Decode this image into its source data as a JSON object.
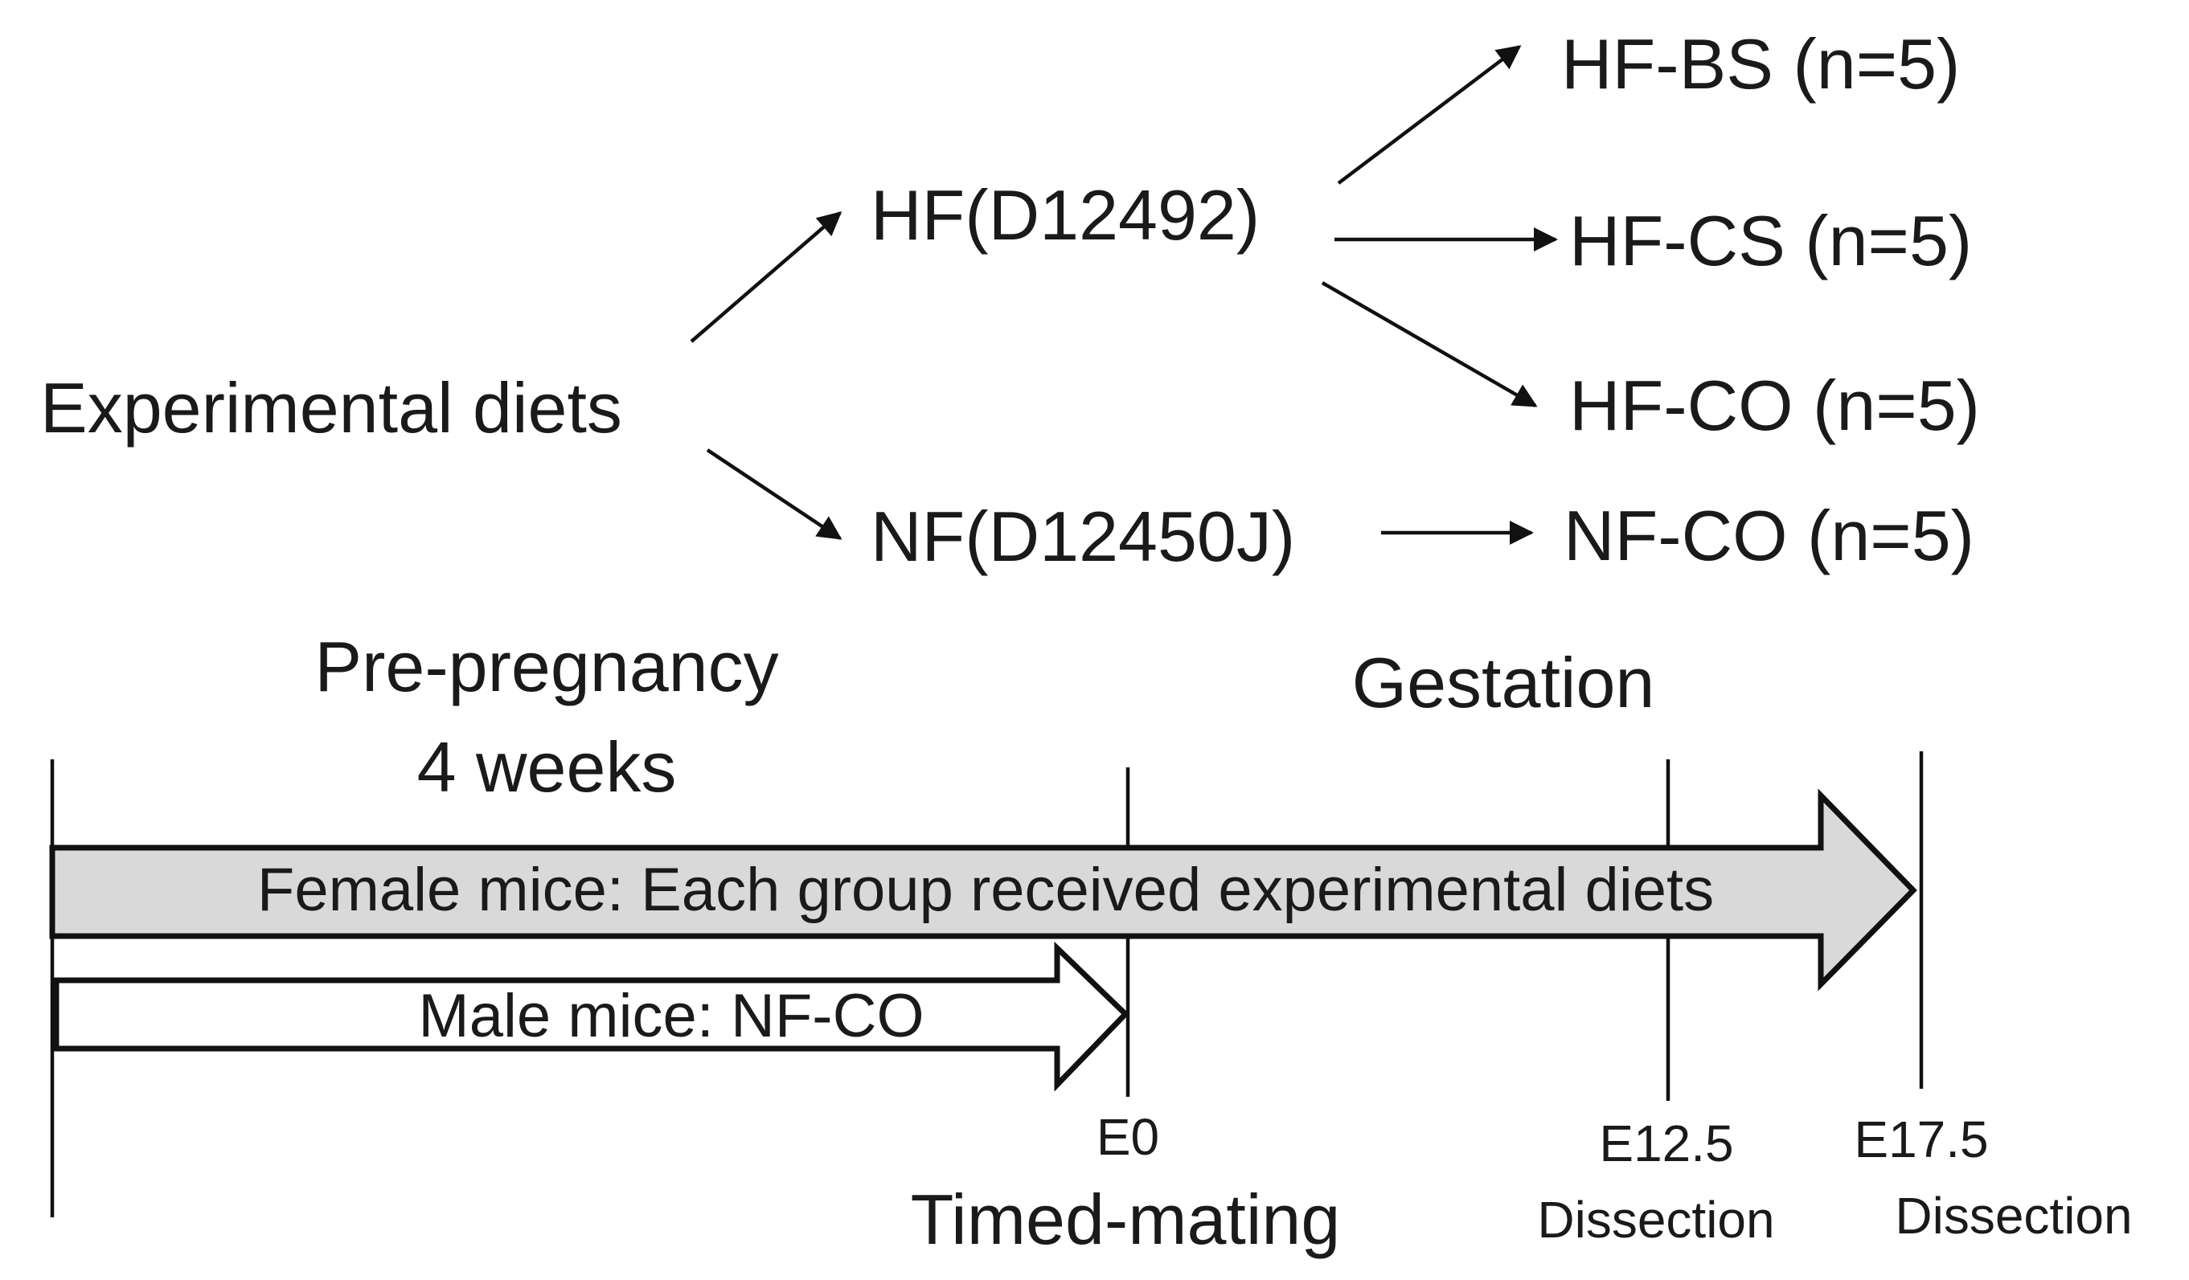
{
  "colors": {
    "ink": "#111111",
    "female_bar_fill": "#d9d9d9",
    "male_bar_fill": "#ffffff",
    "background": "#ffffff"
  },
  "tree": {
    "root": "Experimental diets",
    "hf_diet": "HF(D12492)",
    "nf_diet": "NF(D12450J)",
    "groups": {
      "hf_bs": "HF-BS (n=5)",
      "hf_cs": "HF-CS (n=5)",
      "hf_co": "HF-CO (n=5)",
      "nf_co": "NF-CO (n=5)"
    }
  },
  "timeline": {
    "phase_pre_line1": "Pre-pregnancy",
    "phase_pre_line2": "4 weeks",
    "phase_gestation": "Gestation",
    "female_bar": "Female mice: Each group received experimental diets",
    "male_bar": "Male mice: NF-CO",
    "markers": {
      "e0": "E0",
      "e0_caption": "Timed-mating",
      "e12": "E12.5",
      "e12_caption": "Dissection",
      "e17": "E17.5",
      "e17_caption": "Dissection"
    }
  }
}
